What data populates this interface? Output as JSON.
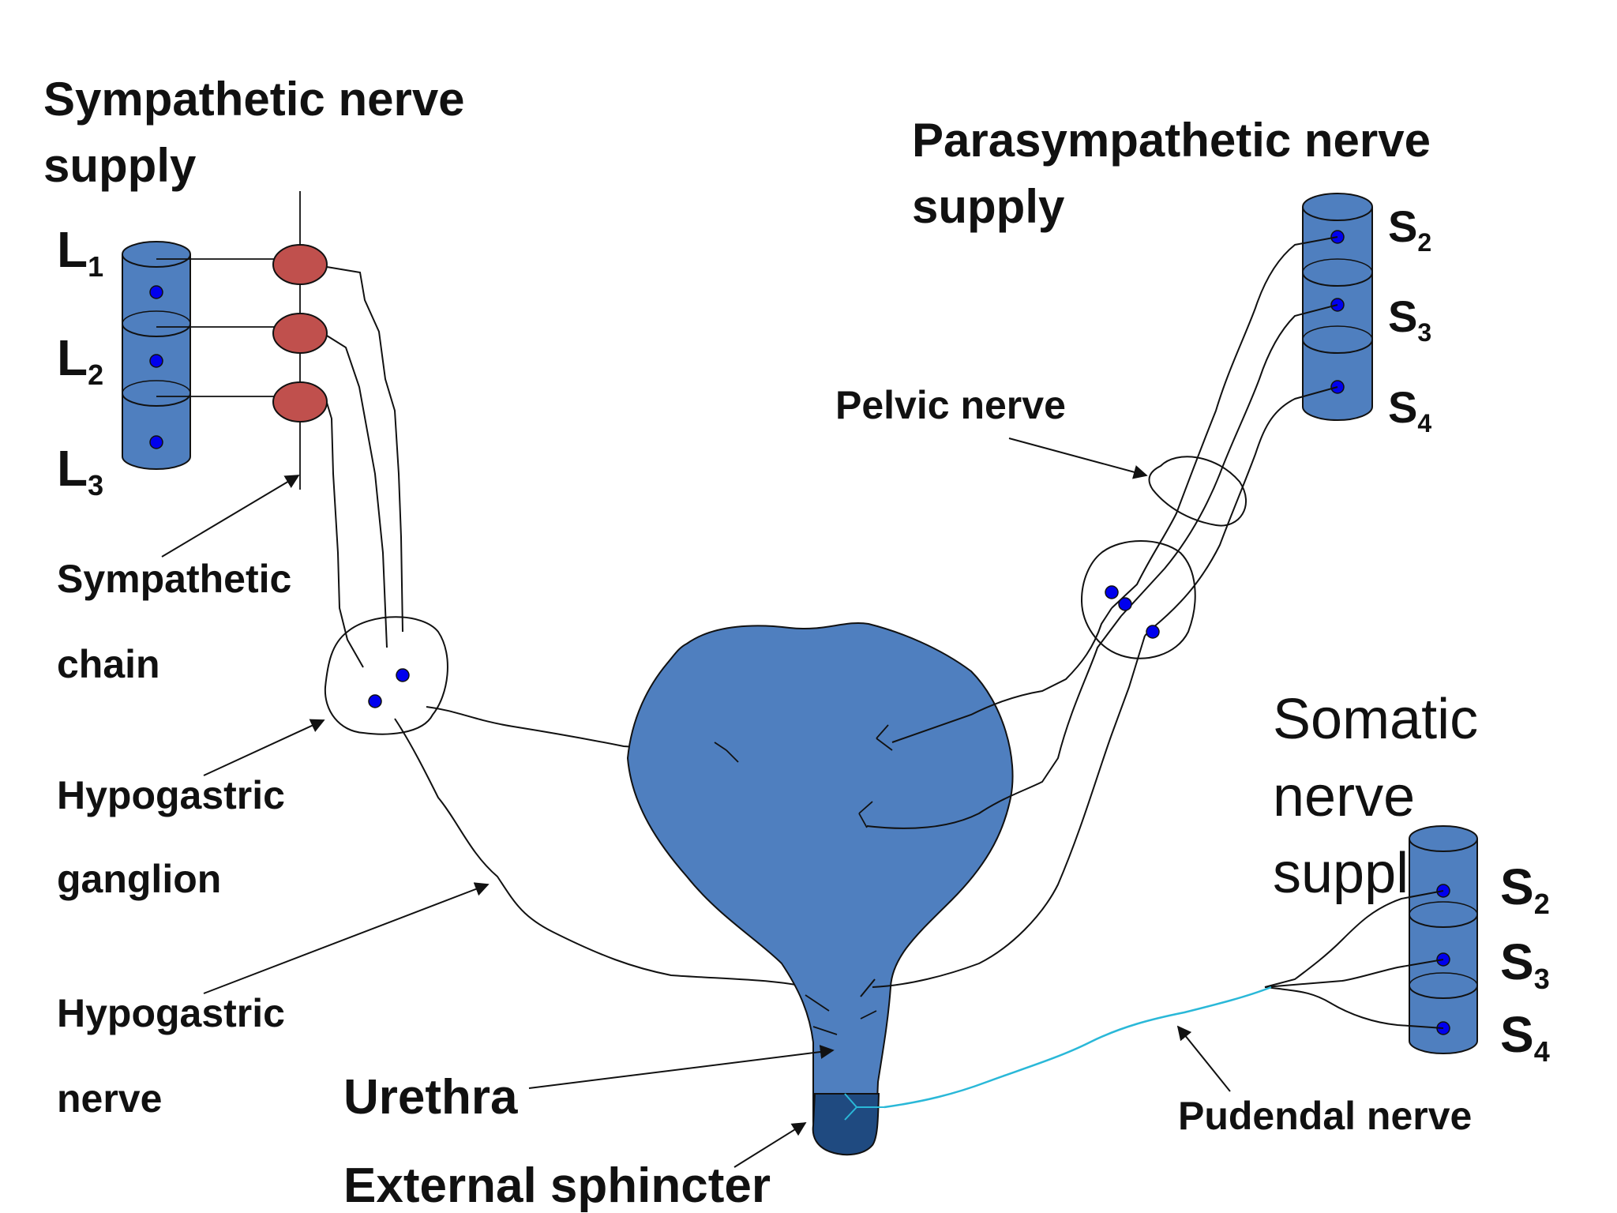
{
  "titles": {
    "sympathetic": [
      "Sympathetic nerve",
      "supply"
    ],
    "parasympathetic": [
      "Parasympathetic nerve",
      "supply"
    ],
    "somatic": [
      "Somatic",
      "nerve",
      "supply"
    ]
  },
  "segments": {
    "lumbar": [
      {
        "letter": "L",
        "sub": "1"
      },
      {
        "letter": "L",
        "sub": "2"
      },
      {
        "letter": "L",
        "sub": "3"
      }
    ],
    "sacral_para": [
      {
        "letter": "S",
        "sub": "2"
      },
      {
        "letter": "S",
        "sub": "3"
      },
      {
        "letter": "S",
        "sub": "4"
      }
    ],
    "sacral_somatic": [
      {
        "letter": "S",
        "sub": "2"
      },
      {
        "letter": "S",
        "sub": "3"
      },
      {
        "letter": "S",
        "sub": "4"
      }
    ]
  },
  "labels": {
    "sympathetic_chain": [
      "Sympathetic",
      "chain"
    ],
    "hypogastric_ganglion": [
      "Hypogastric",
      "ganglion"
    ],
    "hypogastric_nerve": [
      "Hypogastric",
      "nerve"
    ],
    "urethra": "Urethra",
    "external_sphincter": "External sphincter",
    "pelvic_nerve": "Pelvic nerve",
    "pudendal_nerve": "Pudendal nerve"
  },
  "colors": {
    "bladder": "#4f7fbf",
    "sphincter": "#1f4a80",
    "spinal_cord": "#4f7fbf",
    "ganglion": "#c0504d",
    "dot": "#0000ee",
    "pudendal": "#2ab8d8",
    "line": "#111111"
  }
}
